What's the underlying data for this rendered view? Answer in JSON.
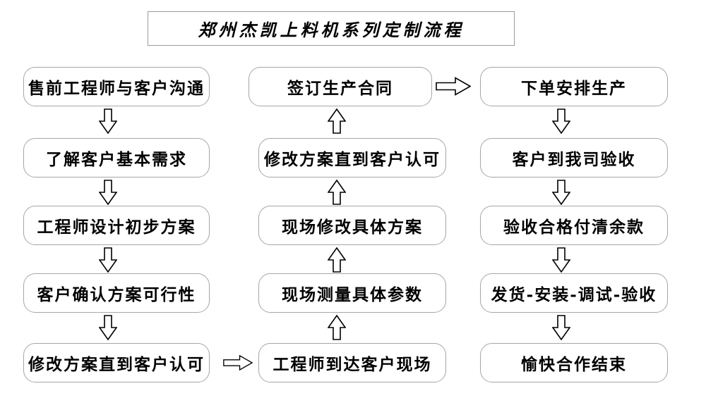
{
  "title": {
    "text": "郑州杰凯上料机系列定制流程"
  },
  "colors": {
    "background": "#ffffff",
    "box_border": "#a6a6a6",
    "text": "#000000",
    "arrow_outline": "#000000",
    "arrow_fill": "#ffffff"
  },
  "columns": {
    "left": {
      "steps": [
        "售前工程师与客户沟通",
        "了解客户基本需求",
        "工程师设计初步方案",
        "客户确认方案可行性",
        "修改方案直到客户认可"
      ]
    },
    "middle": {
      "steps": [
        "签订生产合同",
        "修改方案直到客户认可",
        "现场修改具体方案",
        "现场测量具体参数",
        "工程师到达客户现场"
      ]
    },
    "right": {
      "steps": [
        "下单安排生产",
        "客户到我司验收",
        "验收合格付清余款",
        "发货-安装-调试-验收",
        "愉快合作结束"
      ]
    }
  }
}
